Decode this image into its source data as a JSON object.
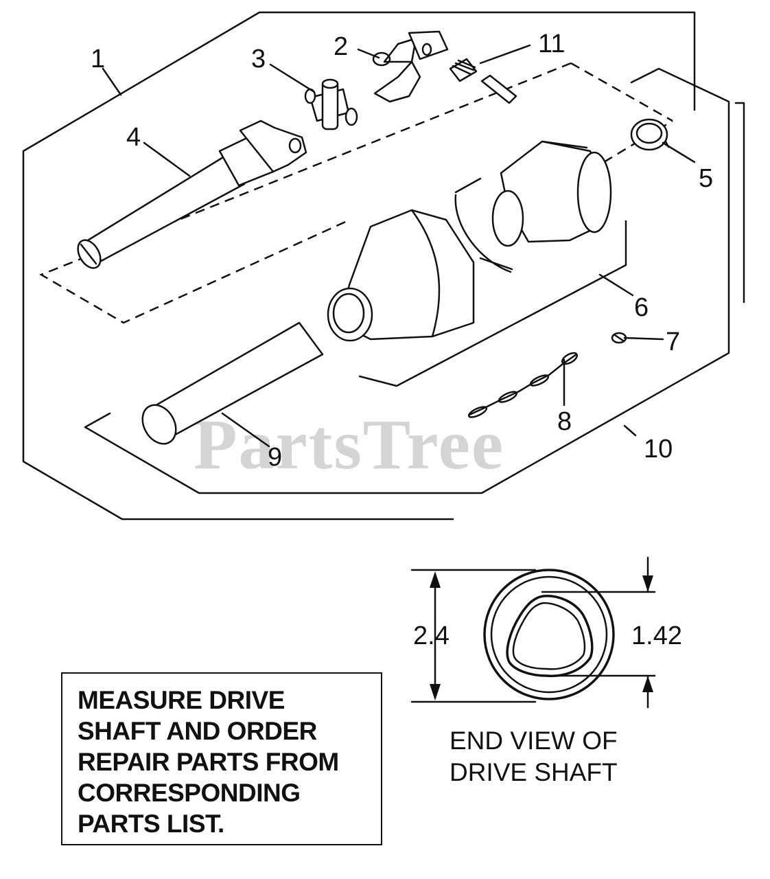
{
  "watermark": "PartsTree",
  "callouts": [
    {
      "id": "1",
      "text": "1"
    },
    {
      "id": "2",
      "text": "2"
    },
    {
      "id": "3",
      "text": "3"
    },
    {
      "id": "4",
      "text": "4"
    },
    {
      "id": "5",
      "text": "5"
    },
    {
      "id": "6",
      "text": "6"
    },
    {
      "id": "7",
      "text": "7"
    },
    {
      "id": "8",
      "text": "8"
    },
    {
      "id": "9",
      "text": "9"
    },
    {
      "id": "10",
      "text": "10"
    },
    {
      "id": "11",
      "text": "11"
    }
  ],
  "end_view": {
    "outer_dimension": "2.4",
    "inner_dimension": "1.42",
    "caption_lines": [
      "END VIEW OF",
      "DRIVE SHAFT"
    ]
  },
  "note": {
    "lines": [
      "MEASURE DRIVE",
      "SHAFT AND ORDER",
      "REPAIR PARTS FROM",
      "CORRESPONDING",
      "PARTS LIST."
    ]
  }
}
